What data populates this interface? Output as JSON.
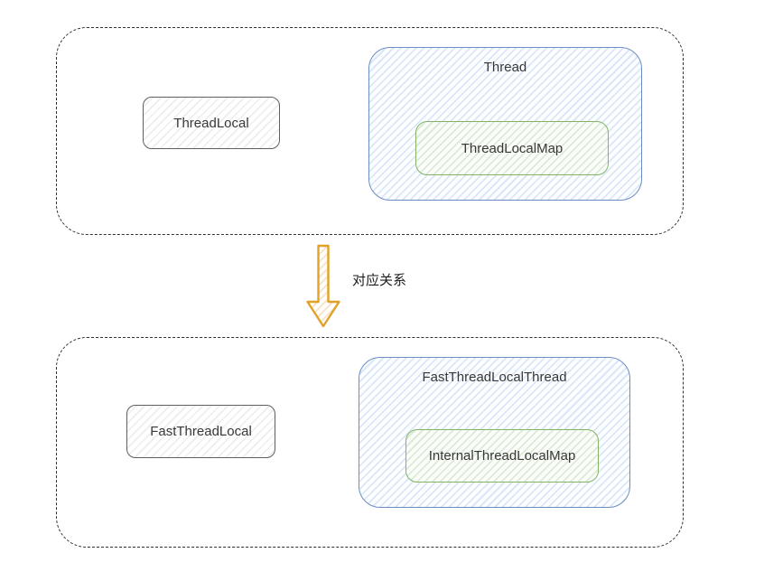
{
  "diagram": {
    "top_group": {
      "threadlocal_label": "ThreadLocal",
      "thread_label": "Thread",
      "threadlocalmap_label": "ThreadLocalMap"
    },
    "arrow": {
      "label": "对应关系"
    },
    "bottom_group": {
      "fastthreadlocal_label": "FastThreadLocal",
      "fastthreadlocalthread_label": "FastThreadLocalThread",
      "internalthreadlocalmap_label": "InternalThreadLocalMap"
    },
    "colors": {
      "blue_border": "#6c8ebf",
      "green_border": "#82b366",
      "gray_border": "#5f5f5f",
      "arrow_stroke": "#e0a229",
      "dashed_border": "#2f2f2f"
    }
  }
}
